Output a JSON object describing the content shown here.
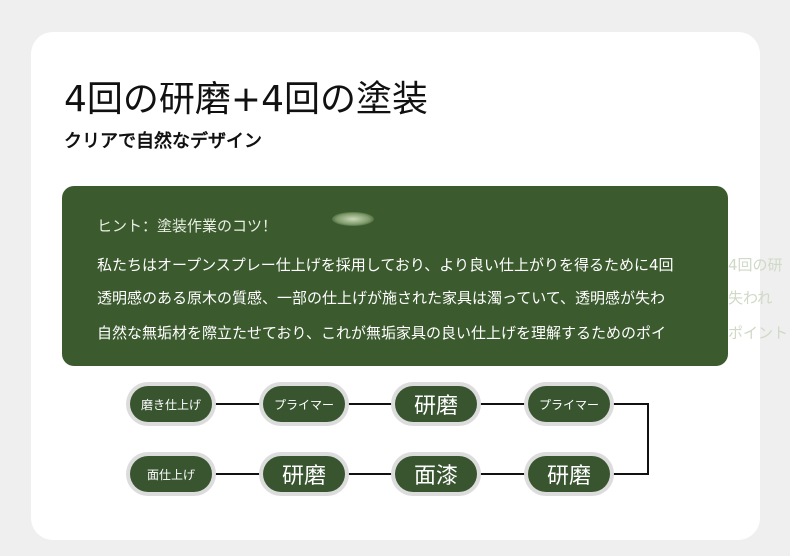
{
  "heading": {
    "title": "4回の研磨+4回の塗装",
    "subtitle": "クリアで自然なデザイン"
  },
  "hint": {
    "title": "ヒント：塗装作業のコツ！",
    "lines": [
      "私たちはオープンスプレー仕上げを採用しており、より良い仕上がりを得るために4回",
      "透明感のある原木の質感、一部の仕上げが施された家具は濁っていて、透明感が失わ",
      "自然な無垢材を際立たせており、これが無垢家具の良い仕上げを理解するためのポイ"
    ],
    "overflow": [
      "4回の研",
      "失われ",
      "ポイント"
    ]
  },
  "process": {
    "row1": [
      "磨き仕上げ",
      "プライマー",
      "研磨",
      "プライマー"
    ],
    "row2": [
      "面仕上げ",
      "研磨",
      "面漆",
      "研磨"
    ]
  },
  "colors": {
    "accent_green": "#385530",
    "hint_bg": "#3b5a2e"
  }
}
